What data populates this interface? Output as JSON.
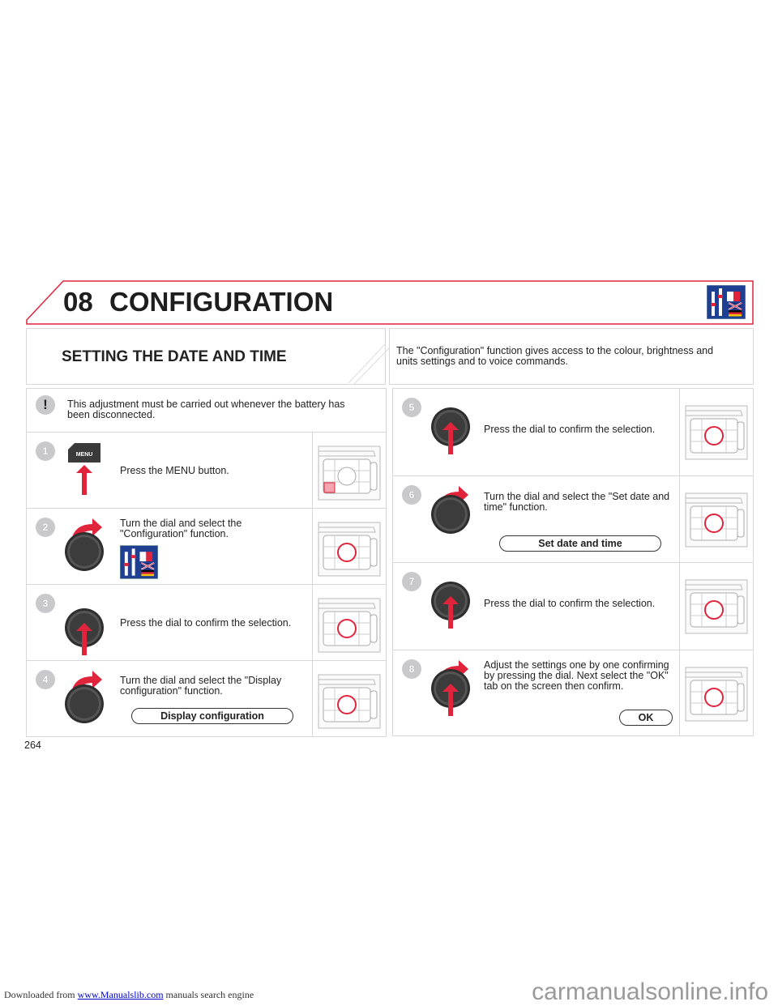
{
  "header": {
    "chapter_number": "08",
    "chapter_title": "CONFIGURATION",
    "icon": "configuration-icon"
  },
  "section": {
    "title": "SETTING THE DATE AND TIME",
    "description": "The \"Configuration\" function gives access to the colour, brightness and units settings and to voice commands."
  },
  "warning": {
    "icon": "exclamation-icon",
    "text": "This adjustment must be carried out whenever the battery has been disconnected."
  },
  "steps": [
    {
      "number": "1",
      "text": "Press the MENU button.",
      "visual": "menu-button",
      "menu_label": "MENU"
    },
    {
      "number": "2",
      "text": "Turn the dial and select the \"Configuration\" function.",
      "visual": "dial-turn",
      "extra_icon": "configuration-icon"
    },
    {
      "number": "3",
      "text": "Press the dial to confirm the selection.",
      "visual": "dial-press"
    },
    {
      "number": "4",
      "text": "Turn the dial and select the \"Display configuration\" function.",
      "visual": "dial-turn",
      "button_label": "Display configuration"
    },
    {
      "number": "5",
      "text": "Press the dial to confirm the selection.",
      "visual": "dial-press"
    },
    {
      "number": "6",
      "text": "Turn the dial and select the \"Set date and time\" function.",
      "visual": "dial-turn",
      "button_label": "Set date and time"
    },
    {
      "number": "7",
      "text": "Press the dial to confirm the selection.",
      "visual": "dial-press"
    },
    {
      "number": "8",
      "text": "Adjust the settings one by one confirming by pressing the dial. Next select the \"OK\" tab on the screen then confirm.",
      "visual": "dial-turn-press",
      "button_label": "OK"
    }
  ],
  "page_number": "264",
  "footer": {
    "prefix": "Downloaded from",
    "link": "www.Manualslib.com",
    "suffix": "manuals search engine",
    "watermark": "carmanualsonline.info"
  },
  "colors": {
    "accent": "#e0243c",
    "dial": "#3a3a3a",
    "step_badge": "#c9c9cb"
  }
}
